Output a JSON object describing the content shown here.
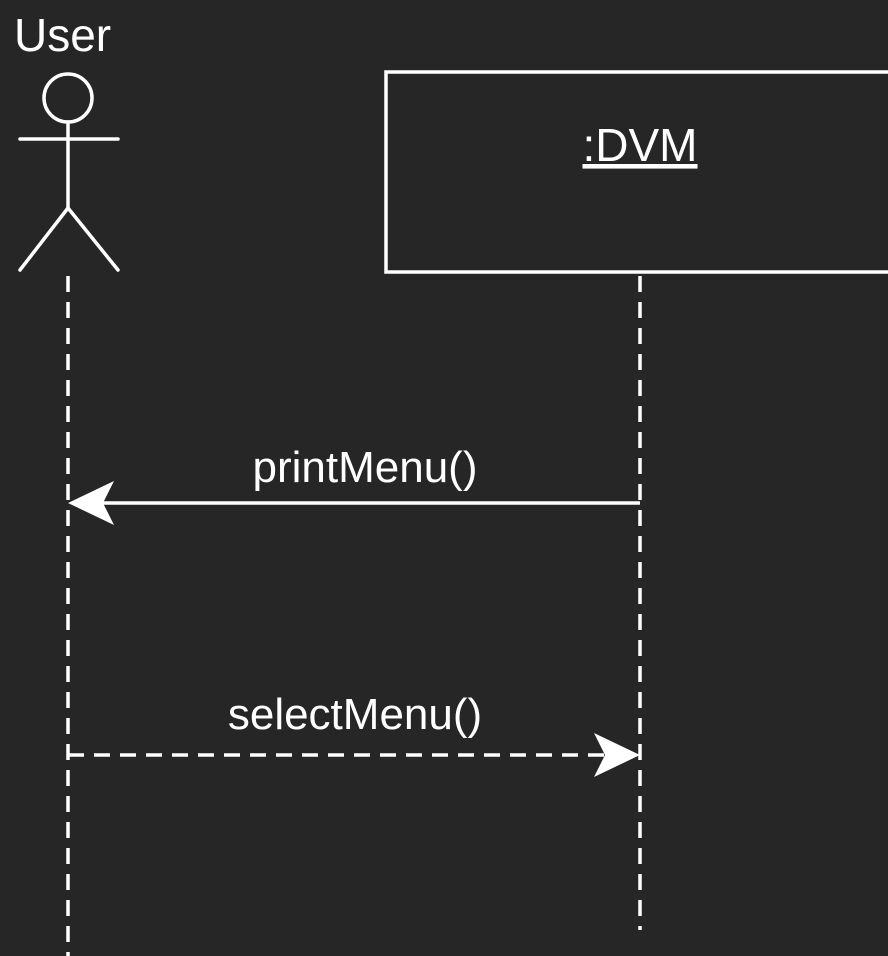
{
  "colors": {
    "background": "#262626",
    "stroke": "#ffffff",
    "text": "#ffffff"
  },
  "participants": [
    {
      "kind": "actor",
      "label": "User"
    },
    {
      "kind": "object",
      "label": ":DVM"
    }
  ],
  "messages": [
    {
      "label": "printMenu()",
      "from": ":DVM",
      "to": "User",
      "line": "solid"
    },
    {
      "label": "selectMenu()",
      "from": "User",
      "to": ":DVM",
      "line": "dashed"
    }
  ]
}
